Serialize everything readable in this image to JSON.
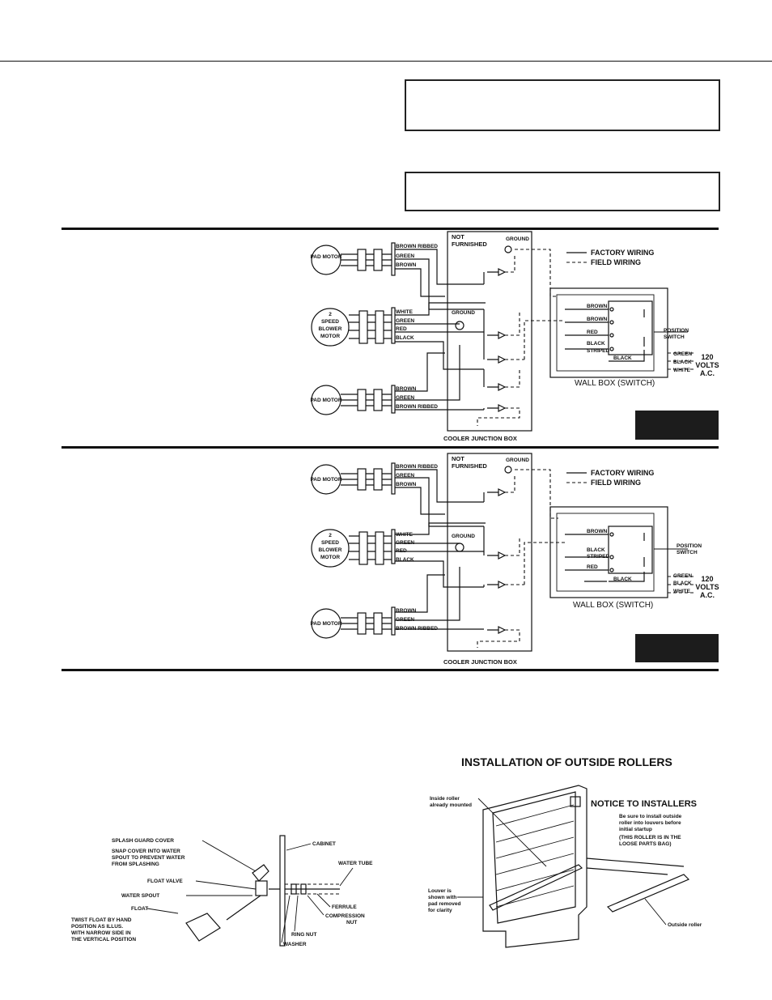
{
  "diagrams": [
    {
      "motors": {
        "pad_top": "PAD MOTOR",
        "blower": [
          "2",
          "SPEED",
          "BLOWER",
          "MOTOR"
        ],
        "pad_bottom": "PAD MOTOR"
      },
      "wires_top": [
        "BROWN RIBBED",
        "GREEN",
        "BROWN"
      ],
      "wires_mid": [
        "WHITE",
        "GREEN",
        "RED",
        "BLACK"
      ],
      "wires_bot": [
        "BROWN",
        "GREEN",
        "BROWN RIBBED"
      ],
      "not_furnished": [
        "NOT",
        "FURNISHED"
      ],
      "ground_top": "GROUND",
      "ground_mid": "GROUND",
      "legend_factory": "FACTORY WIRING",
      "legend_field": "FIELD WIRING",
      "switch_wires": [
        "BROWN",
        "BROWN",
        "RED",
        "BLACK",
        "STRIPED",
        "BLACK"
      ],
      "position_switch": [
        "POSITION",
        "SWITCH"
      ],
      "supply_wires": [
        "GREEN",
        "BLACK",
        "WHITE"
      ],
      "volts": [
        "120",
        "VOLTS",
        "A.C."
      ],
      "wall_box": "WALL BOX (SWITCH)",
      "junction_box": "COOLER JUNCTION BOX"
    },
    {
      "motors": {
        "pad_top": "PAD MOTOR",
        "blower": [
          "2",
          "SPEED",
          "BLOWER",
          "MOTOR"
        ],
        "pad_bottom": "PAD MOTOR"
      },
      "wires_top": [
        "BROWN RIBBED",
        "GREEN",
        "BROWN"
      ],
      "wires_mid": [
        "WHITE",
        "GREEN",
        "RED",
        "BLACK"
      ],
      "wires_bot": [
        "BROWN",
        "GREEN",
        "BROWN RIBBED"
      ],
      "not_furnished": [
        "NOT",
        "FURNISHED"
      ],
      "ground_top": "GROUND",
      "ground_mid": "GROUND",
      "legend_factory": "FACTORY WIRING",
      "legend_field": "FIELD WIRING",
      "switch_wires": [
        "BROWN",
        "BLACK",
        "STRIPED",
        "RED",
        "BLACK"
      ],
      "position_switch": [
        "POSITION",
        "SWITCH"
      ],
      "supply_wires": [
        "GREEN",
        "BLACK",
        "WHITE"
      ],
      "volts": [
        "120",
        "VOLTS",
        "A.C."
      ],
      "wall_box": "WALL BOX (SWITCH)",
      "junction_box": "COOLER JUNCTION BOX"
    }
  ],
  "float_diagram": {
    "splash_guard": "SPLASH GUARD COVER",
    "snap_cover": [
      "SNAP COVER INTO WATER",
      "SPOUT TO PREVENT WATER",
      "FROM SPLASHING"
    ],
    "float_valve": "FLOAT VALVE",
    "water_spout": "WATER SPOUT",
    "float": "FLOAT",
    "twist_note": [
      "TWIST FLOAT BY HAND",
      "POSITION AS ILLUS.",
      "WITH NARROW SIDE IN",
      "THE VERTICAL POSITION"
    ],
    "cabinet": "CABINET",
    "water_tube": "WATER TUBE",
    "ferrule": "FERRULE",
    "compression_nut": [
      "COMPRESSION",
      "NUT"
    ],
    "ring_nut": "RING NUT",
    "washer": "WASHER"
  },
  "rollers": {
    "title": "INSTALLATION OF OUTSIDE ROLLERS",
    "notice_title": "NOTICE TO INSTALLERS",
    "notice_text": [
      "Be sure to install outside",
      "roller into louvers before",
      "initial startup",
      "(THIS ROLLER IS IN THE",
      "LOOSE PARTS BAG)"
    ],
    "inside_roller": [
      "Inside roller",
      "already mounted"
    ],
    "louver_note": [
      "Louver is",
      "shown with",
      "pad removed",
      "for clarity"
    ],
    "outside_roller": "Outside roller"
  }
}
